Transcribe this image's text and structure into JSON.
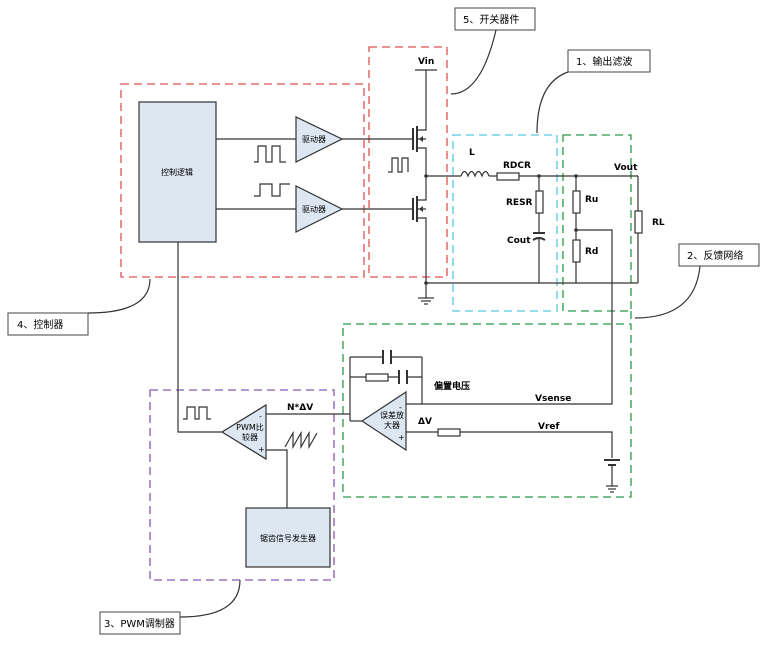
{
  "callouts": {
    "switch": "5、开关器件",
    "filter": "1、输出滤波",
    "feedback": "2、反馈网络",
    "control": "4、控制器",
    "pwm": "3、PWM调制器"
  },
  "blocks": {
    "control_logic": "控制逻辑",
    "sawtooth_gen": "锯齿信号发生器"
  },
  "amps": {
    "driver_top": "驱动器",
    "driver_bottom": "驱动器",
    "pwm_comp_line1": "PWM比",
    "pwm_comp_line2": "较器",
    "err_amp_line1": "误差放",
    "err_amp_line2": "大器"
  },
  "labels": {
    "vin": "Vin",
    "inductor": "L",
    "r_dcr": "RDCR",
    "r_esr": "RESR",
    "c_out": "Cout",
    "r_u": "Ru",
    "r_d": "Rd",
    "v_out": "Vout",
    "r_l": "RL",
    "bias_voltage": "偏置电压",
    "v_sense": "Vsense",
    "v_ref": "Vref",
    "delta_v": "ΔV",
    "n_delta_v": "N*ΔV"
  }
}
